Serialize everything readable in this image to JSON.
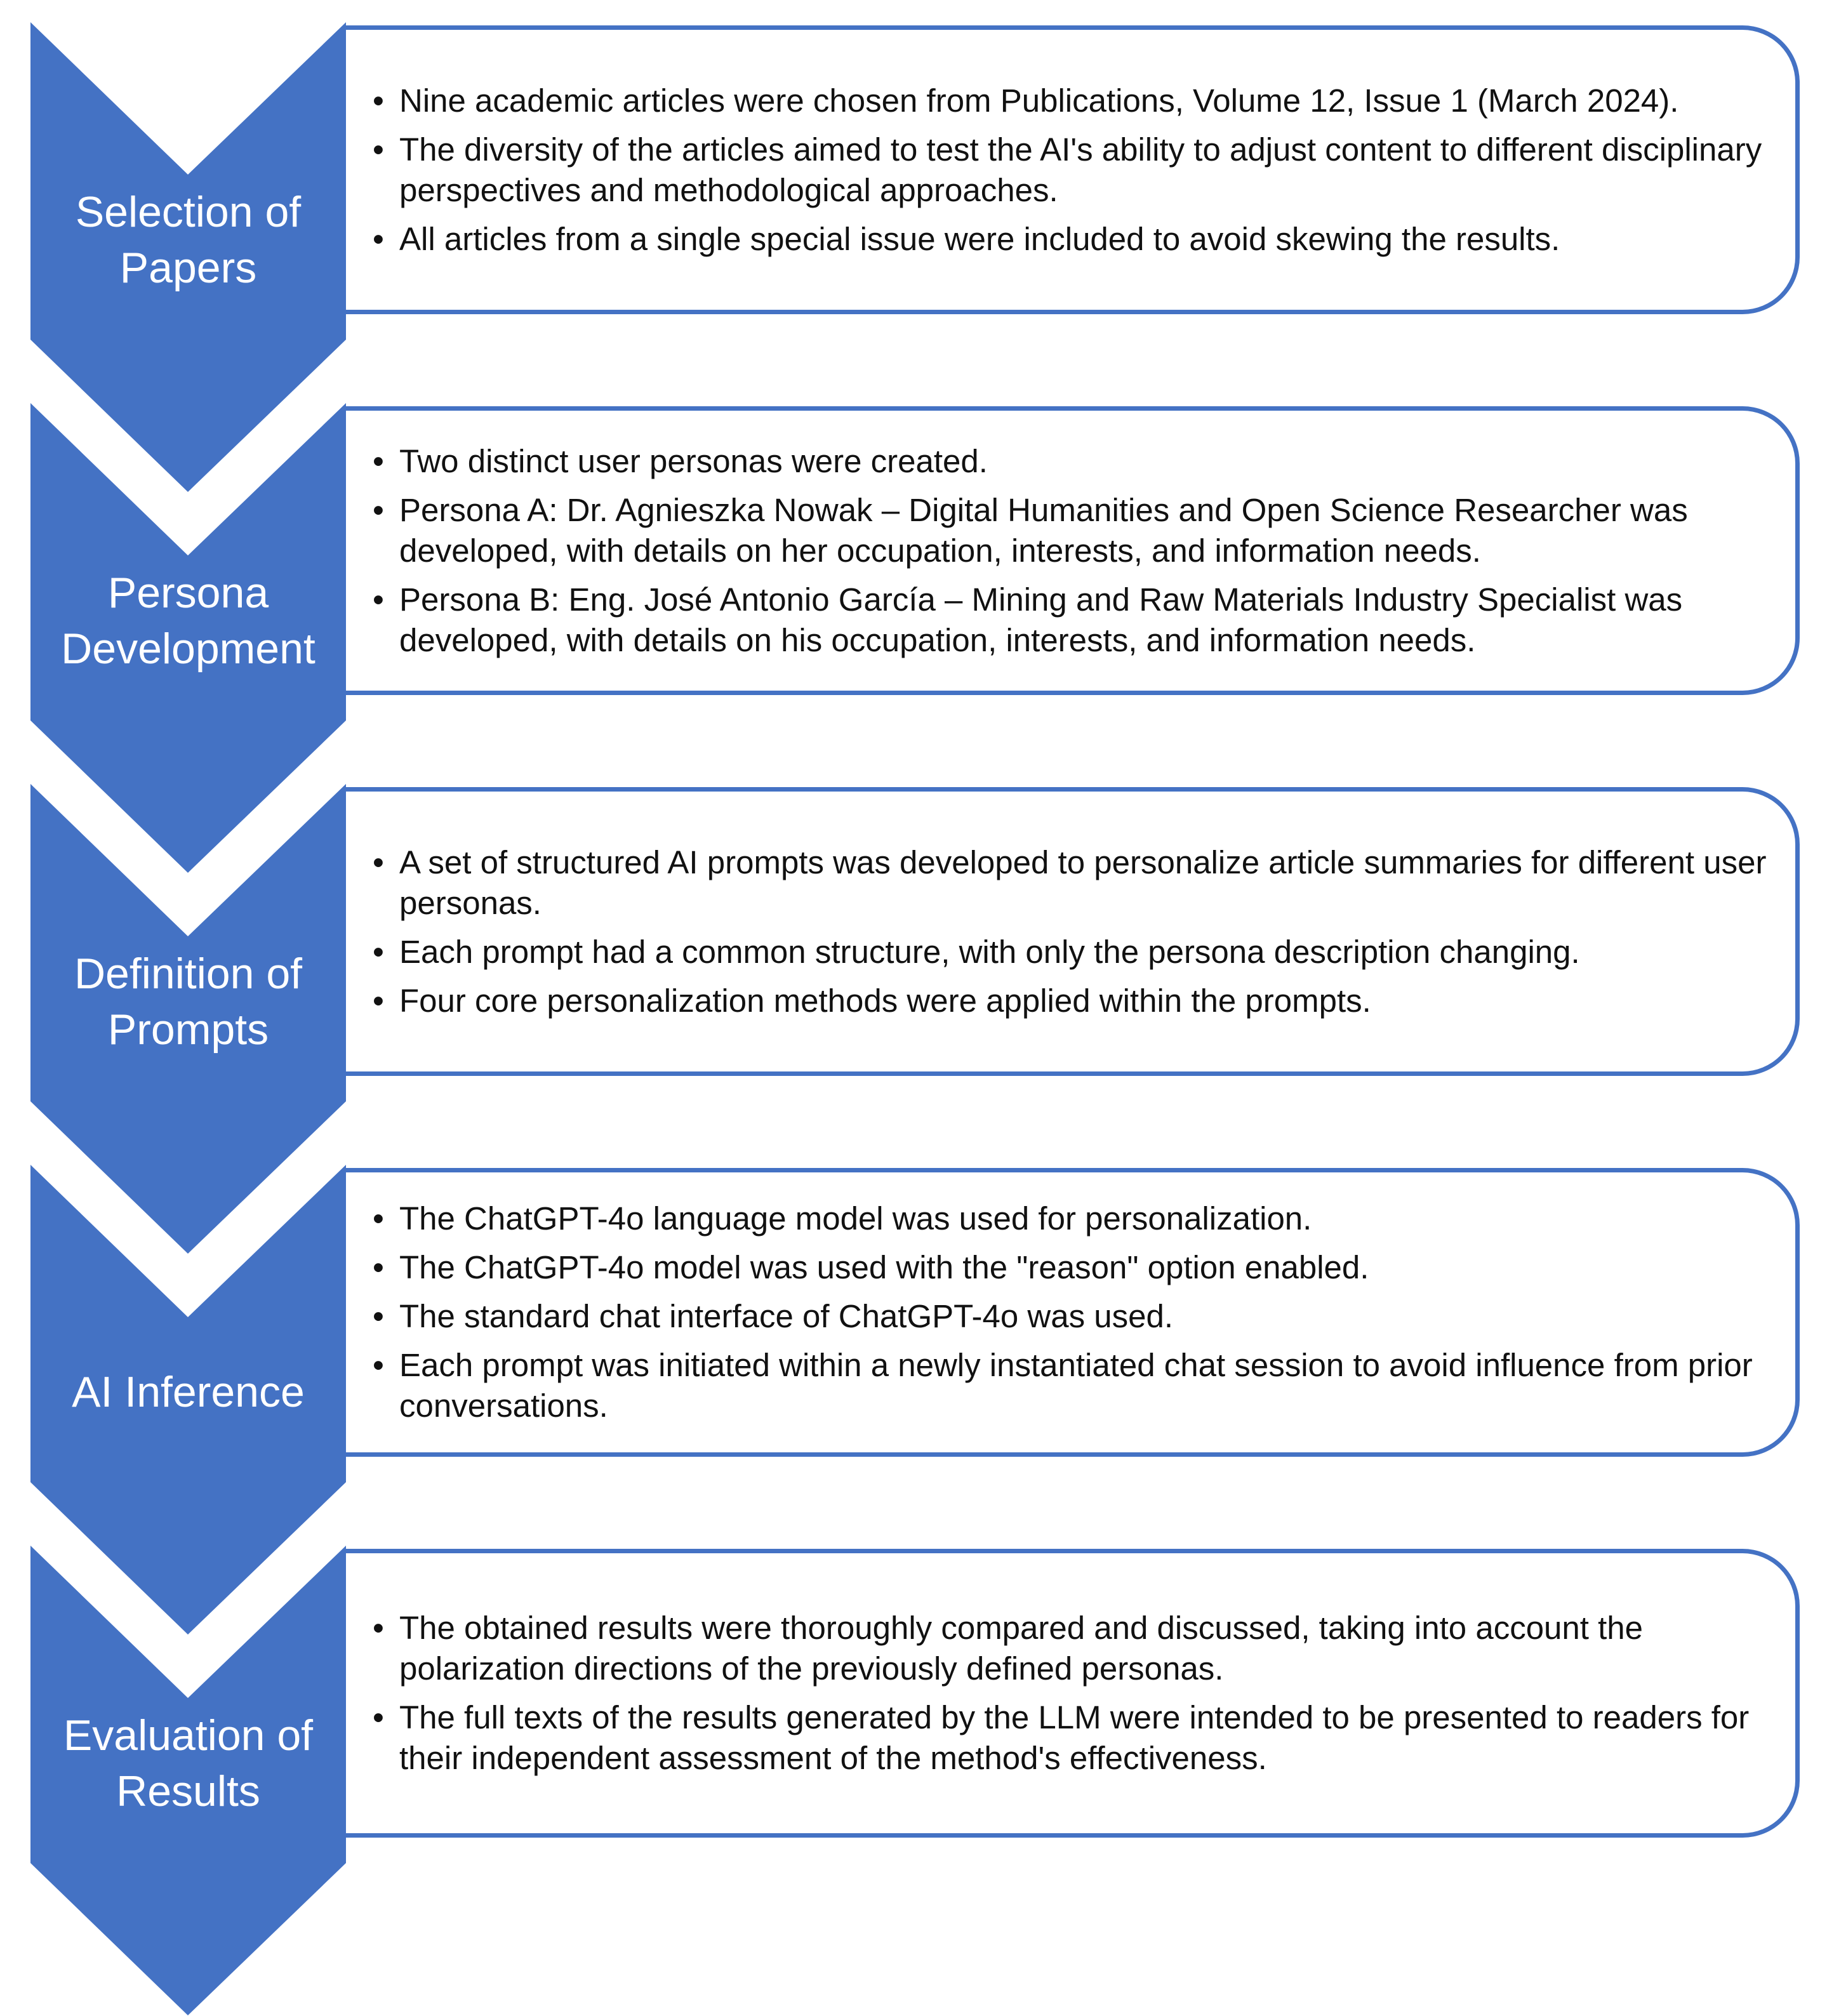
{
  "colors": {
    "chevron": "#4472C4",
    "box_border": "#4472C4",
    "label_text": "#FFFFFF",
    "body_text": "#111111"
  },
  "steps": [
    {
      "label": "Selection of\nPapers",
      "bullets": [
        "Nine academic articles were chosen from Publications, Volume 12, Issue 1 (March 2024).",
        "The diversity of the articles aimed to test the AI's ability to adjust content to different disciplinary perspectives and methodological approaches.",
        "All articles from a single special issue were included to avoid skewing the results."
      ]
    },
    {
      "label": "Persona\nDevelopment",
      "bullets": [
        "Two distinct user personas were created.",
        "Persona A: Dr. Agnieszka Nowak – Digital Humanities and Open Science Researcher was developed, with details on her occupation, interests, and information needs.",
        "Persona B: Eng. José Antonio García – Mining and Raw Materials Industry Specialist was developed, with details on his occupation, interests, and information needs."
      ]
    },
    {
      "label": "Definition of\nPrompts",
      "bullets": [
        "A set of structured AI prompts was developed to personalize article summaries for different user personas.",
        "Each prompt had a common structure, with only the persona description changing.",
        "Four core personalization methods were applied within the prompts."
      ]
    },
    {
      "label": "AI Inference",
      "bullets": [
        "The ChatGPT-4o language model was used for personalization.",
        "The ChatGPT-4o model was used with the \"reason\" option enabled.",
        "The standard chat interface of ChatGPT-4o was used.",
        "Each prompt was initiated within a newly instantiated chat session to avoid influence from prior conversations."
      ]
    },
    {
      "label": "Evaluation of\nResults",
      "bullets": [
        "The obtained results were thoroughly compared and discussed, taking into account the polarization directions of the previously defined personas.",
        "The full texts of the results generated by the LLM were intended to be presented to readers for their independent assessment of the method's effectiveness."
      ]
    }
  ]
}
